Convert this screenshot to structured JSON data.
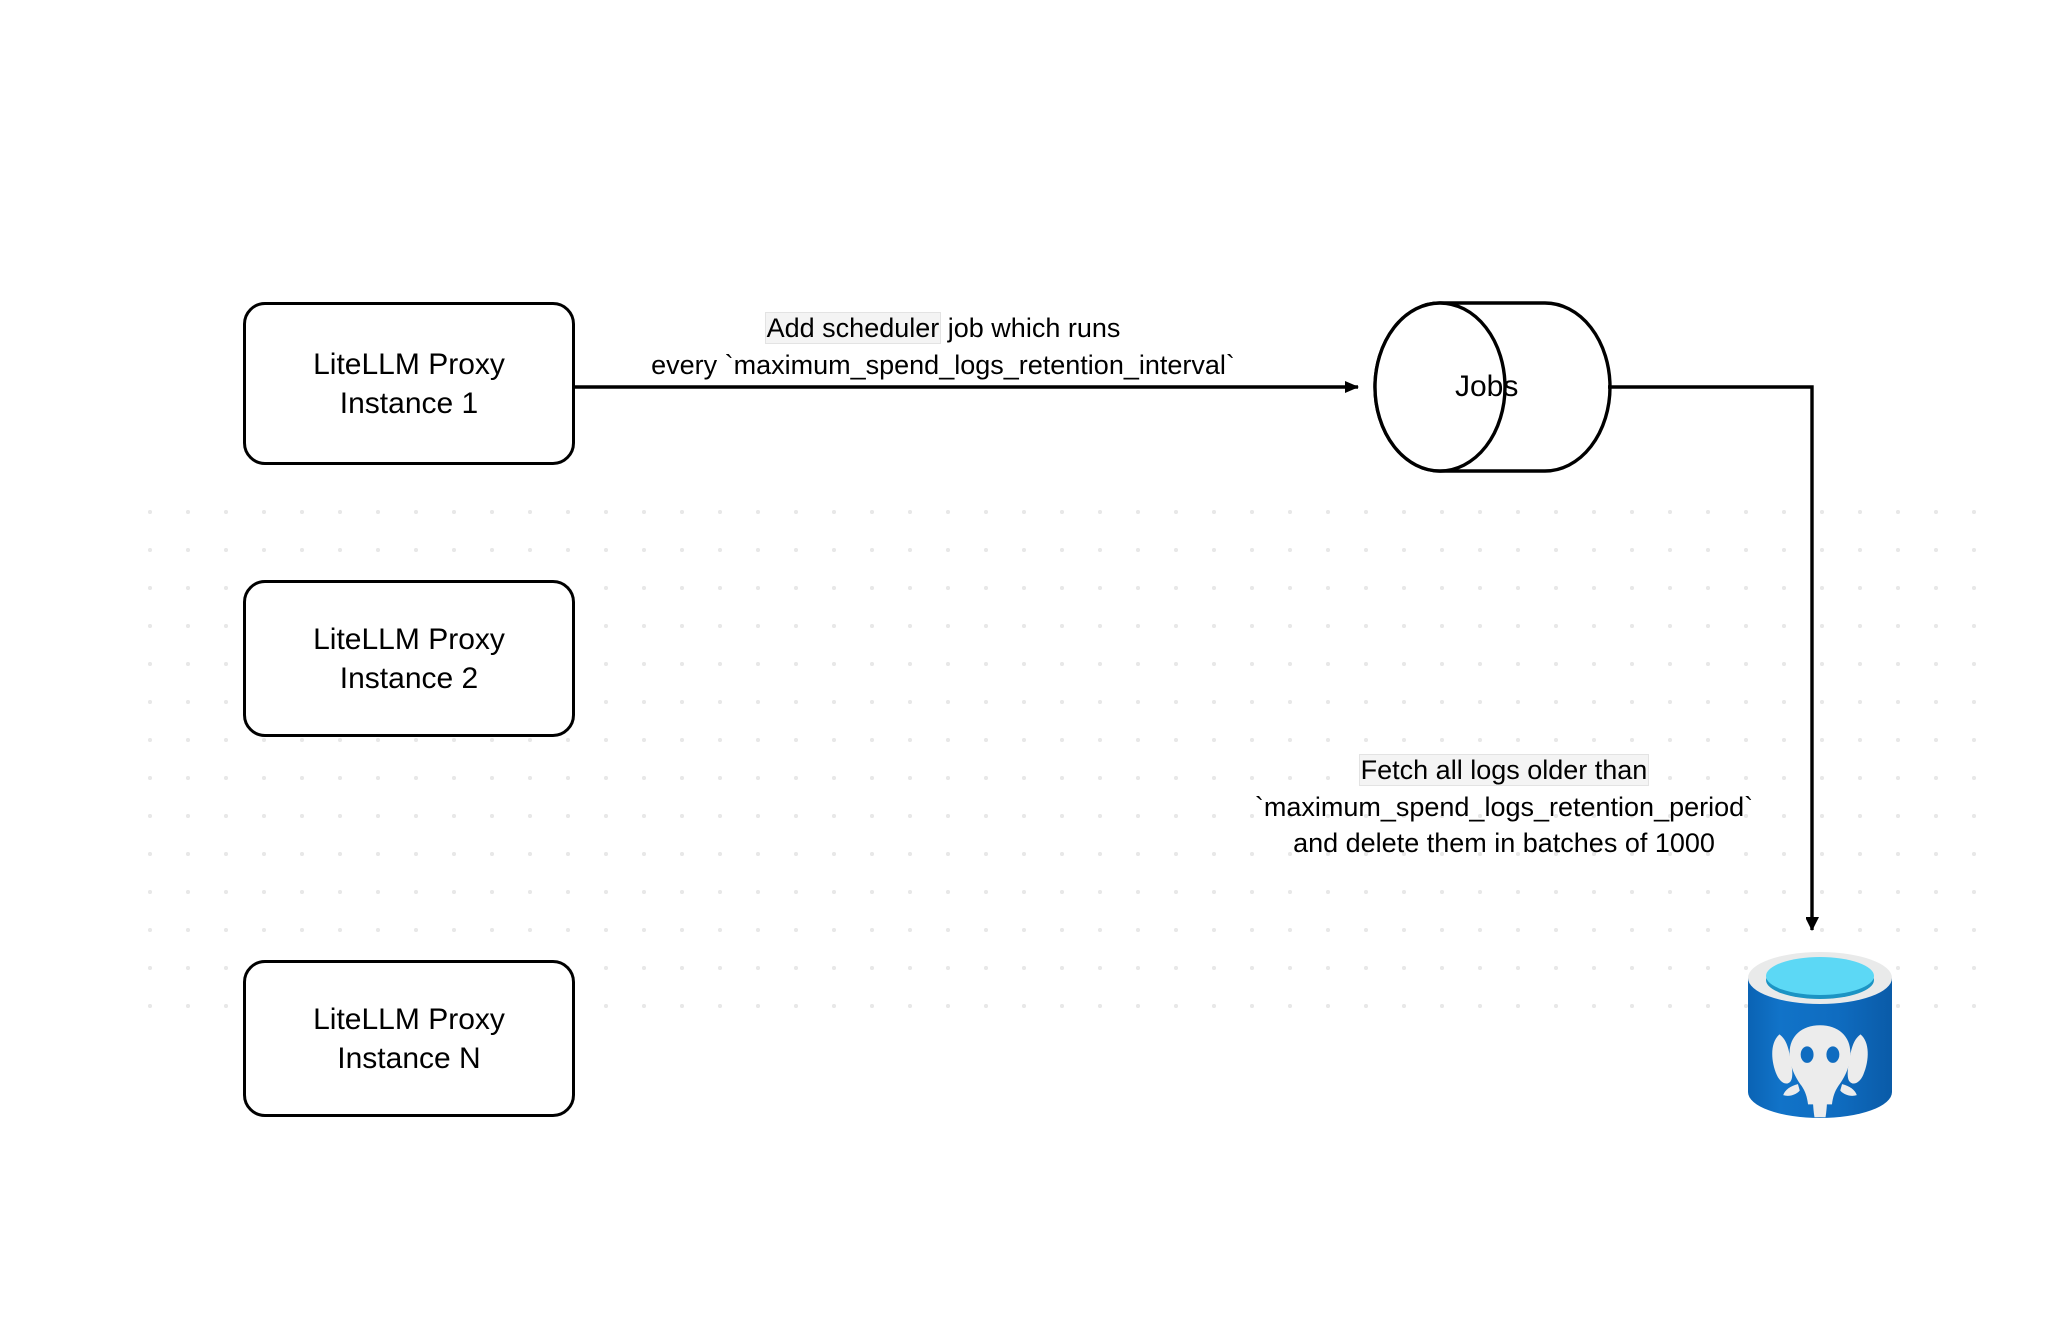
{
  "diagram": {
    "title": "LiteLLM spend logs retention scheduler flow",
    "background_color": "#ffffff",
    "grid_dot_color": "#e8e8e8",
    "stroke_color": "#000000"
  },
  "nodes": {
    "proxy_instances": [
      {
        "id": "instance-1",
        "line1": "LiteLLM Proxy",
        "line2": "Instance 1"
      },
      {
        "id": "instance-2",
        "line1": "LiteLLM Proxy",
        "line2": "Instance 2"
      },
      {
        "id": "instance-n",
        "line1": "LiteLLM Proxy",
        "line2": "Instance N"
      }
    ],
    "jobs_store": {
      "id": "jobs",
      "label": "Jobs",
      "shape": "cylinder"
    },
    "database": {
      "id": "postgres-database",
      "icon": "postgresql-database-icon",
      "body_color": "#0f6cc0",
      "body_color_dark": "#0a5ba8",
      "rim_color": "#e9eaea",
      "top_color": "#5cd8f5",
      "top_inner_color": "#1c94c4",
      "elephant_color": "#ececec"
    }
  },
  "edges": {
    "scheduler": {
      "from": "instance-1",
      "to": "jobs",
      "label_line1_highlight": "Add scheduler",
      "label_line1_rest": " job which runs",
      "label_line2": "every `maximum_spend_logs_retention_interval`"
    },
    "cleanup": {
      "from": "jobs",
      "to": "postgres-database",
      "label_line1_highlight": "Fetch all logs older than",
      "label_line2": "`maximum_spend_logs_retention_period`",
      "label_line3": "and delete them in batches of 1000"
    }
  }
}
